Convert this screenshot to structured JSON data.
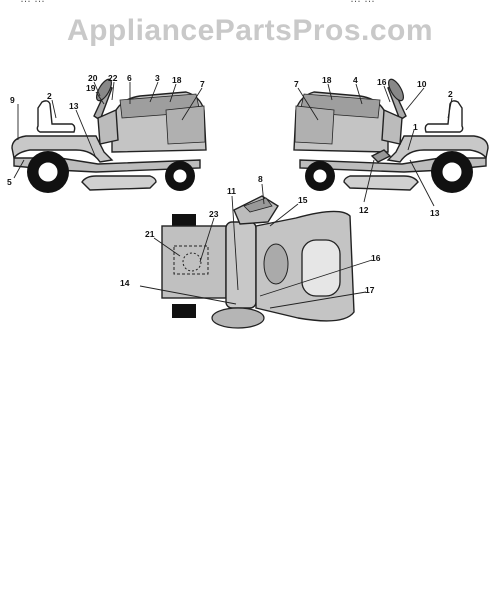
{
  "watermark": "AppliancePartsPros.com",
  "header_fragments": {
    "left": "…  …",
    "right": "…  …"
  },
  "views": {
    "left_side": {
      "callouts": {
        "c9": "9",
        "c2": "2",
        "c13": "13",
        "c5": "5",
        "c19": "19",
        "c20": "20",
        "c22": "22",
        "c6": "6",
        "c3": "3",
        "c18": "18",
        "c7": "7"
      }
    },
    "right_side": {
      "callouts": {
        "c7": "7",
        "c18": "18",
        "c4": "4",
        "c16": "16",
        "c10": "10",
        "c2": "2",
        "c1": "1",
        "c12": "12",
        "c13": "13"
      }
    },
    "top": {
      "callouts": {
        "c11": "11",
        "c8": "8",
        "c15": "15",
        "c21": "21",
        "c23": "23",
        "c16": "16",
        "c14": "14",
        "c17": "17"
      }
    }
  }
}
